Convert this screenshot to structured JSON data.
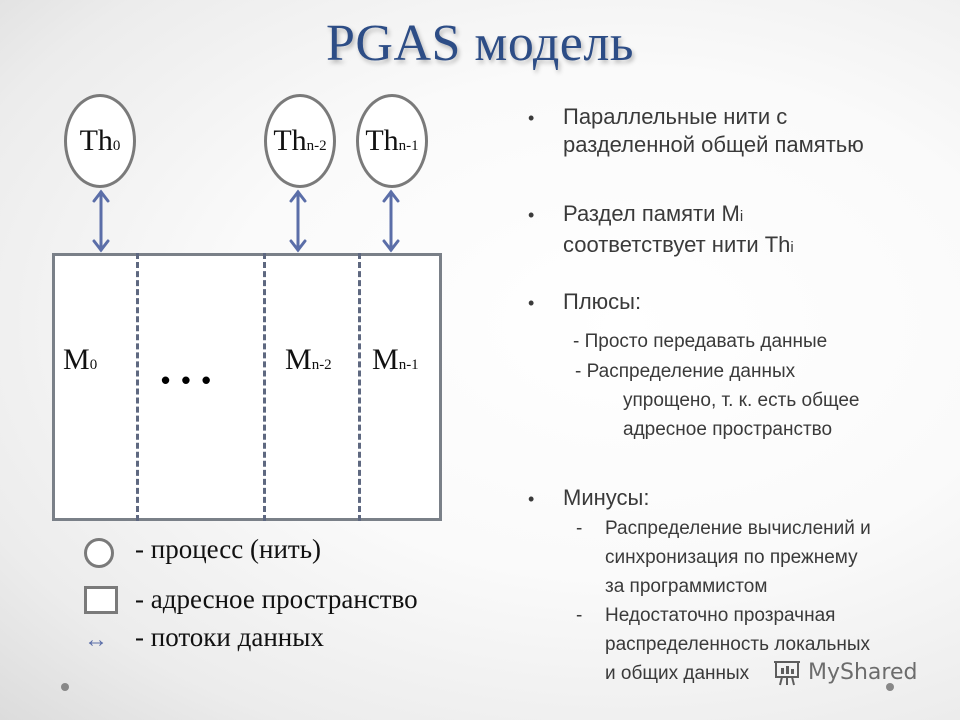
{
  "slide": {
    "title": "PGAS модель"
  },
  "diagram": {
    "threads": [
      {
        "base": "Th",
        "sub": "0"
      },
      {
        "base": "Th",
        "sub": "n-2"
      },
      {
        "base": "Th",
        "sub": "n-1"
      }
    ],
    "memory_partitions": [
      {
        "base": "M",
        "sub": "0"
      },
      {
        "base": "M",
        "sub": "n-2"
      },
      {
        "base": "M",
        "sub": "n-1"
      }
    ],
    "ellipsis": "• • •",
    "colors": {
      "arrow": "#5b6ea8",
      "oval_border": "#7a7a7a",
      "box_border": "#7a8088",
      "dashes": "#5e6880",
      "title": "#2d4d86"
    }
  },
  "legend": [
    {
      "icon": "circle-icon",
      "text": "- процесс (нить)"
    },
    {
      "icon": "square-icon",
      "text": "- адресное пространство"
    },
    {
      "icon": "double-arrow-icon",
      "symbol": "↔",
      "text": "- потоки данных"
    }
  ],
  "bullets": {
    "b1_line1": "Параллельные нити с",
    "b1_line2": "разделенной общей памятью",
    "b2_line1_pre": "Раздел памяти M",
    "b2_line1_sub": "i",
    "b2_line2_pre": "соответствует нити Th",
    "b2_line2_sub": "i",
    "pros_title": "Плюсы:",
    "pros_1": "- Просто передавать данные",
    "pros_2": "- Распределение данных",
    "pros_2_cont1": "упрощено, т. к. есть общее",
    "pros_2_cont2": "адресное пространство",
    "cons_title": "Минусы:",
    "cons_1_dash": "-",
    "cons_1_l1": "Распределение вычислений и",
    "cons_1_l2": "синхронизация по прежнему",
    "cons_1_l3": "за программистом",
    "cons_2_dash": "-",
    "cons_2_l1": "Недостаточно прозрачная",
    "cons_2_l2": "распределенность локальных",
    "cons_2_l3": "и общих данных"
  },
  "watermark": {
    "text": "MyShared"
  }
}
